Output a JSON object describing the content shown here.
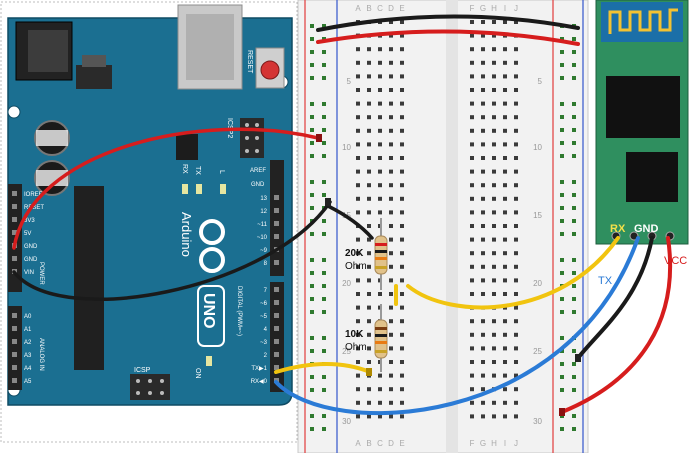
{
  "breadboard": {
    "col_letters_left": [
      "A",
      "B",
      "C",
      "D",
      "E"
    ],
    "col_letters_right": [
      "F",
      "G",
      "H",
      "I",
      "J"
    ],
    "row_numbers": [
      "5",
      "10",
      "15",
      "20",
      "25",
      "30"
    ]
  },
  "arduino": {
    "brand": "Arduino",
    "model": "UNO",
    "reset_label": "RESET",
    "icsp_label": "ICSP",
    "icsp2_label": "ICSP2",
    "on_label": "ON",
    "tx_label": "TX",
    "rx_label": "RX",
    "l_label": "L",
    "aref": "AREF",
    "gnd": "GND",
    "digital_label": "DIGITAL (PWM=~)",
    "power_label": "POWER",
    "analog_label": "ANALOG IN",
    "power_pins": [
      "IOREF",
      "RESET",
      "3V3",
      "5V",
      "GND",
      "GND",
      "VIN"
    ],
    "analog_pins": [
      "A0",
      "A1",
      "A2",
      "A3",
      "A4",
      "A5"
    ],
    "digital_top": [
      "13",
      "12",
      "~11",
      "~10",
      "~9",
      "8"
    ],
    "digital_bottom": [
      "7",
      "~6",
      "~5",
      "4",
      "~3",
      "2",
      "TX▶1",
      "RX◀0"
    ]
  },
  "resistors": {
    "r1_label": "20K Ohm",
    "r1_value": "20K",
    "r1_unit": "Ohm",
    "r2_value": "10K",
    "r2_unit": "Ohm"
  },
  "module": {
    "rx": "RX",
    "gnd": "GND",
    "tx": "TX",
    "vcc": "VCC"
  },
  "colors": {
    "board": "#1b6f91",
    "red_wire": "#d61d1d",
    "black_wire": "#1a1a1a",
    "yellow_wire": "#f1c40f",
    "blue_wire": "#2b7bd6",
    "module_green": "#2f8f5f"
  }
}
